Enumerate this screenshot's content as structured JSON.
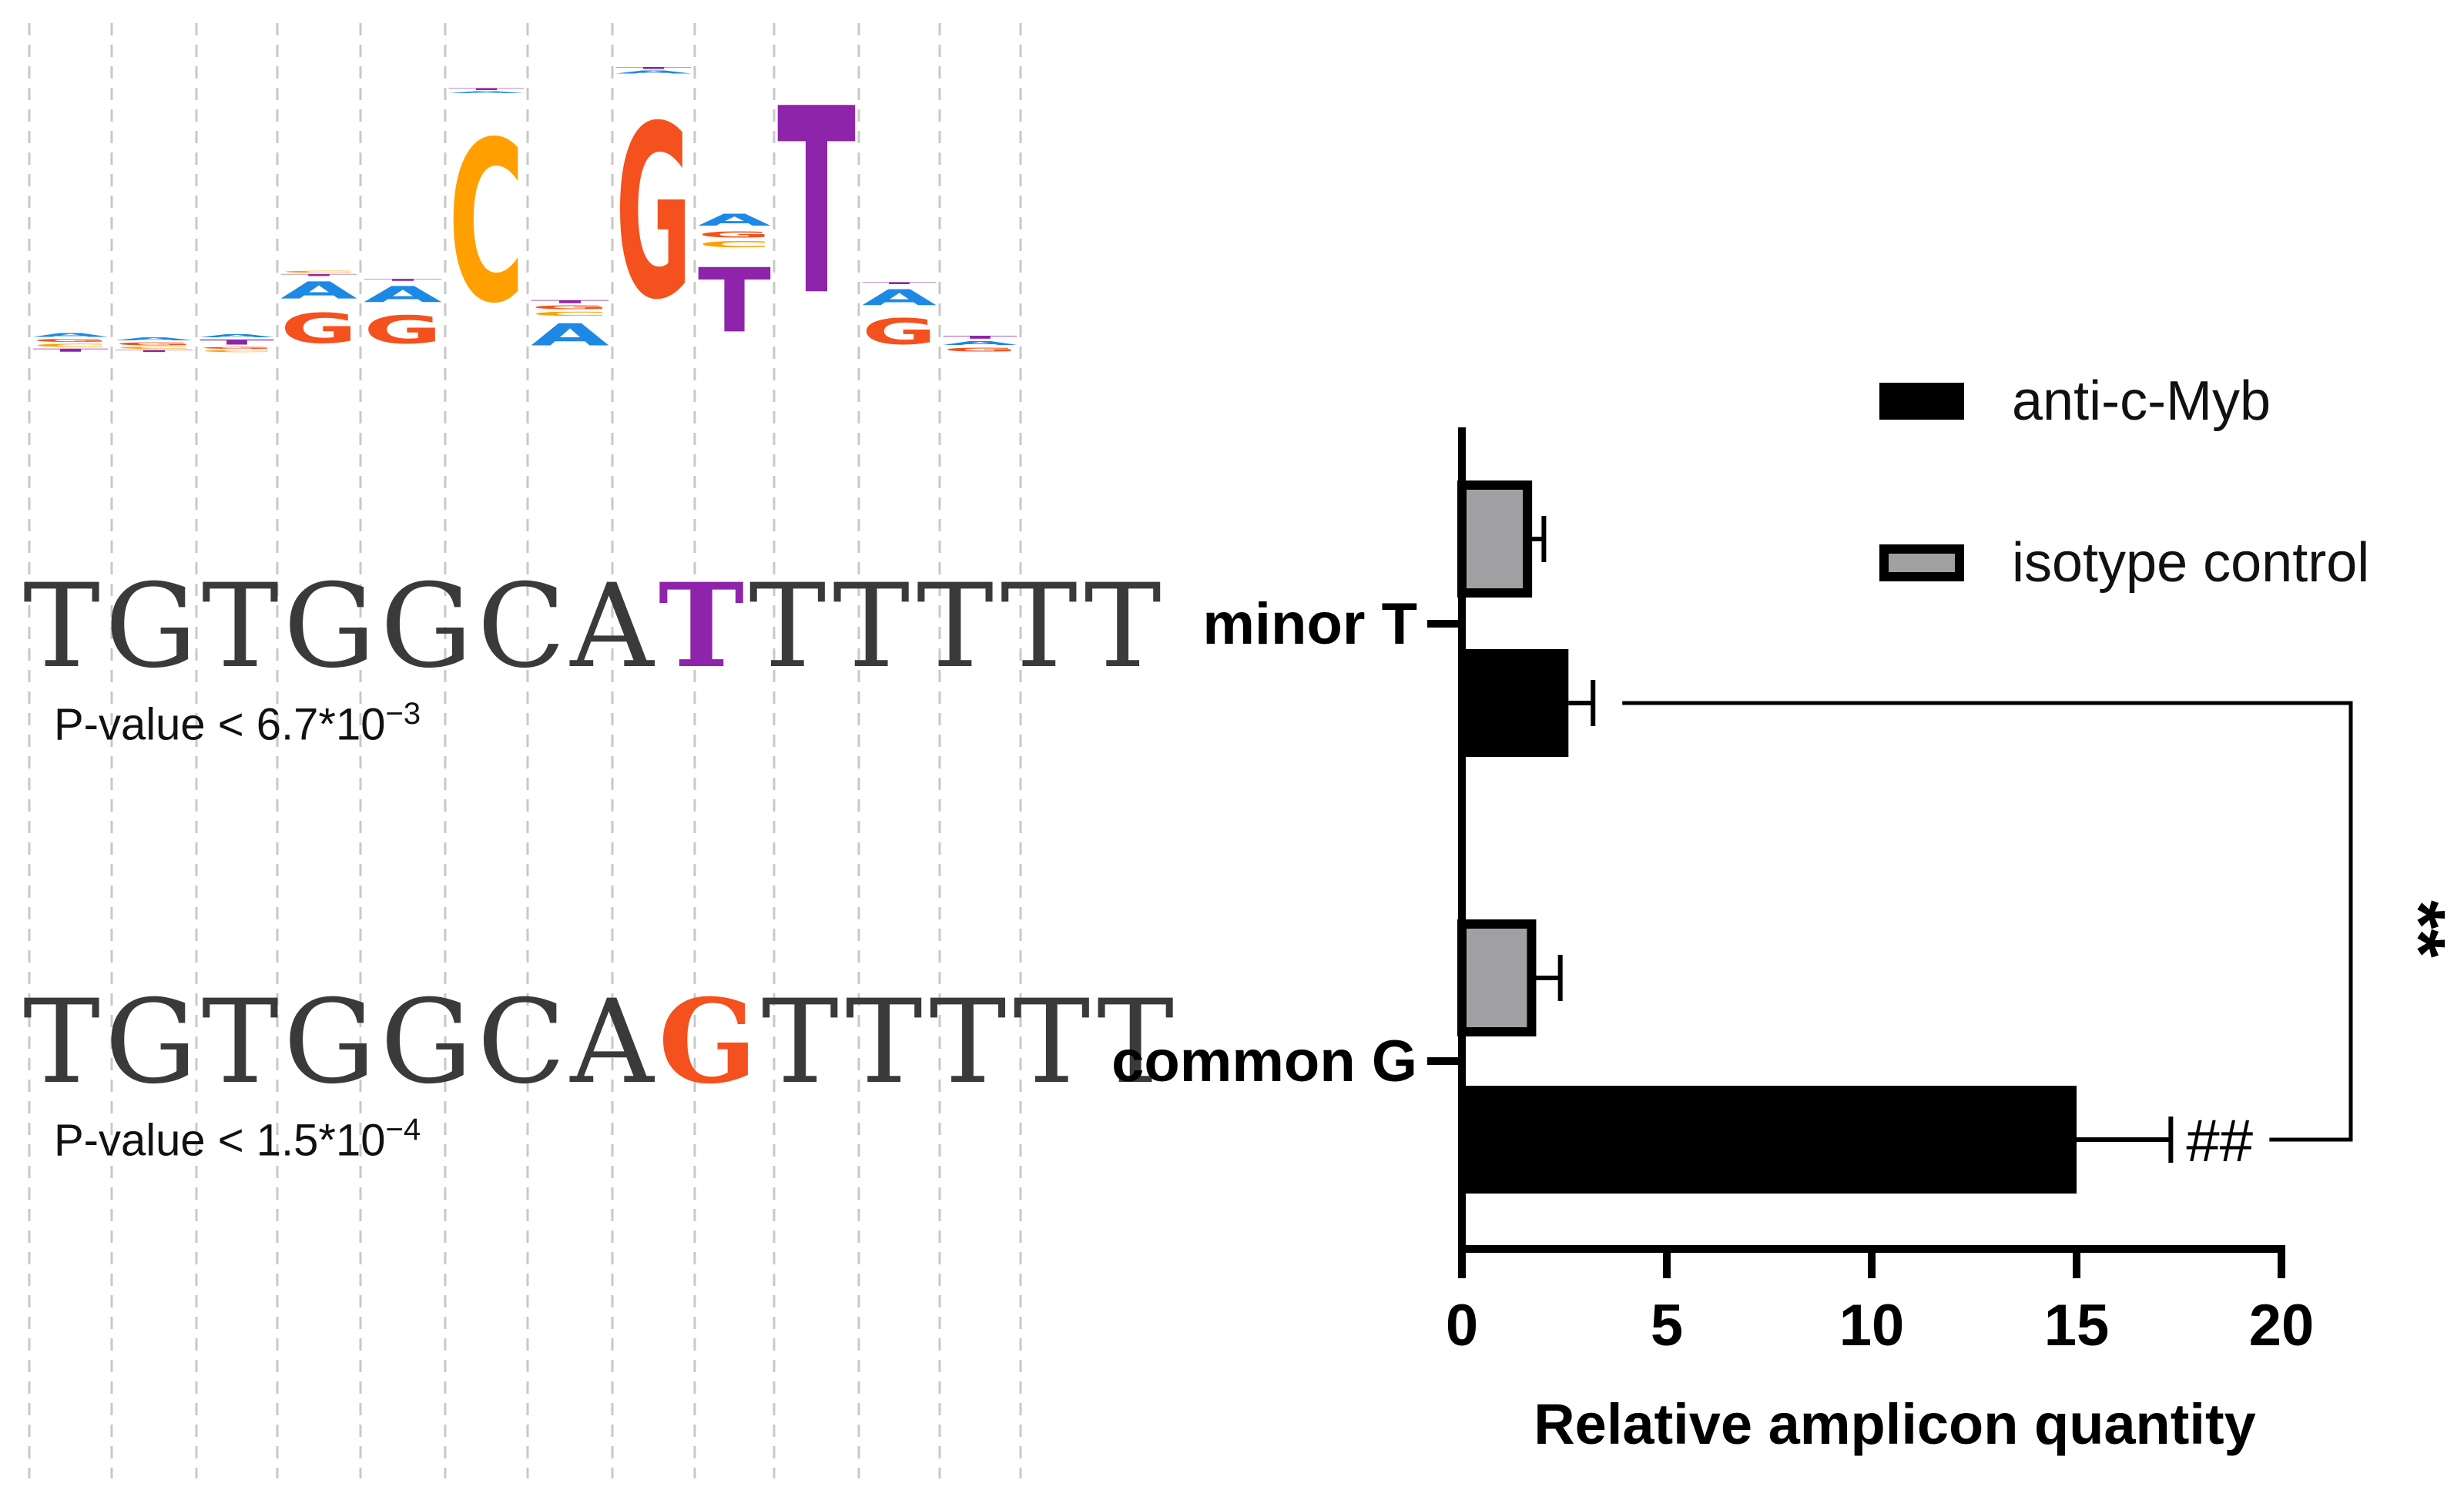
{
  "logo": {
    "positions": [
      {
        "stack": [
          {
            "base": "T",
            "bits": 0.03
          },
          {
            "base": "C",
            "bits": 0.03
          },
          {
            "base": "G",
            "bits": 0.03
          },
          {
            "base": "A",
            "bits": 0.04
          }
        ]
      },
      {
        "stack": [
          {
            "base": "T",
            "bits": 0.02
          },
          {
            "base": "C",
            "bits": 0.02
          },
          {
            "base": "G",
            "bits": 0.03
          },
          {
            "base": "A",
            "bits": 0.03
          }
        ]
      },
      {
        "stack": [
          {
            "base": "C",
            "bits": 0.02
          },
          {
            "base": "G",
            "bits": 0.02
          },
          {
            "base": "T",
            "bits": 0.05
          },
          {
            "base": "A",
            "bits": 0.03
          }
        ]
      },
      {
        "stack": [
          {
            "base": "G",
            "bits": 0.3
          },
          {
            "base": "A",
            "bits": 0.17
          },
          {
            "base": "T",
            "bits": 0.02
          },
          {
            "base": "C",
            "bits": 0.02
          }
        ]
      },
      {
        "stack": [
          {
            "base": "G",
            "bits": 0.28
          },
          {
            "base": "A",
            "bits": 0.16
          },
          {
            "base": "T",
            "bits": 0.02
          }
        ]
      },
      {
        "stack": [
          {
            "base": "C",
            "bits": 1.6
          },
          {
            "base": "A",
            "bits": 0.02
          },
          {
            "base": "T",
            "bits": 0.02
          }
        ]
      },
      {
        "stack": [
          {
            "base": "A",
            "bits": 0.22
          },
          {
            "base": "C",
            "bits": 0.04
          },
          {
            "base": "G",
            "bits": 0.04
          },
          {
            "base": "T",
            "bits": 0.03
          }
        ]
      },
      {
        "stack": [
          {
            "base": "G",
            "bits": 1.72
          },
          {
            "base": "A",
            "bits": 0.03
          },
          {
            "base": "T",
            "bits": 0.02
          }
        ]
      },
      {
        "stack": [
          {
            "base": "T",
            "bits": 0.64
          },
          {
            "base": "C",
            "bits": 0.06
          },
          {
            "base": "G",
            "bits": 0.06
          },
          {
            "base": "A",
            "bits": 0.12
          }
        ]
      },
      {
        "stack": [
          {
            "base": "T",
            "bits": 1.85
          }
        ]
      },
      {
        "stack": [
          {
            "base": "G",
            "bits": 0.26
          },
          {
            "base": "A",
            "bits": 0.16
          },
          {
            "base": "T",
            "bits": 0.02
          }
        ]
      },
      {
        "stack": [
          {
            "base": "G",
            "bits": 0.04
          },
          {
            "base": "A",
            "bits": 0.04
          },
          {
            "base": "T",
            "bits": 0.03
          }
        ]
      }
    ],
    "colors": {
      "A": "#1E88E5",
      "C": "#FFA000",
      "G": "#F4511E",
      "T": "#8E24AA"
    }
  },
  "sequences": [
    {
      "prefix": "TGTGGCA",
      "variant": "T",
      "suffix": "TTTTT",
      "variant_color": "#8E24AA",
      "pvalue_text": "P-value < 6.7*10",
      "pvalue_exp": "−3"
    },
    {
      "prefix": "TGTGGCA",
      "variant": "G",
      "suffix": "TTTTT",
      "variant_color": "#F4511E",
      "pvalue_text": "P-value < 1.5*10",
      "pvalue_exp": "−4"
    }
  ],
  "chart_data": {
    "type": "bar",
    "orientation": "horizontal",
    "categories": [
      "minor T",
      "common G"
    ],
    "series": [
      {
        "name": "anti-c-Myb",
        "color": "#000000",
        "values": [
          2.6,
          15.0
        ],
        "errors": [
          0.6,
          2.3
        ]
      },
      {
        "name": "isotype control",
        "color": "#A0A0A3",
        "values": [
          1.6,
          1.7
        ],
        "errors": [
          0.4,
          0.7
        ]
      }
    ],
    "xlabel": "Relative amplicon quantity",
    "xlim": [
      0,
      20
    ],
    "xticks": [
      0,
      5,
      10,
      15,
      20
    ],
    "annotations": [
      {
        "text": "##",
        "near": "common G anti-c-Myb"
      },
      {
        "text": "**",
        "type": "significance-bracket",
        "between": [
          "minor T anti-c-Myb",
          "common G anti-c-Myb"
        ]
      }
    ],
    "legend_placement": "top-right"
  }
}
